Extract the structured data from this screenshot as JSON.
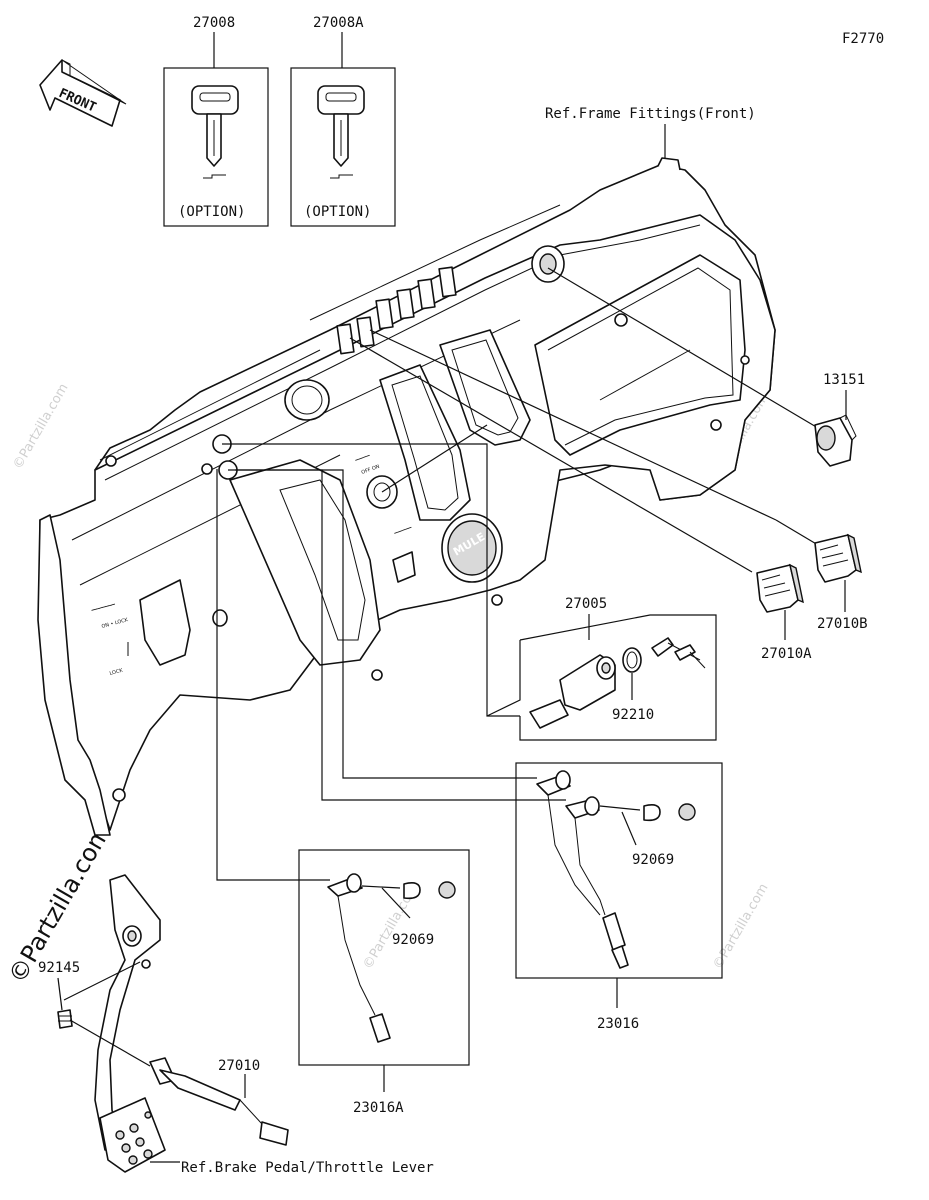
{
  "figure_code": "F2770",
  "front_arrow_label": "FRONT",
  "watermark": "©Partzilla.com",
  "callouts": {
    "key_a": "27008",
    "key_b": "27008A",
    "option_a": "(OPTION)",
    "option_b": "(OPTION)",
    "ref_frame": "Ref.Frame Fittings(Front)",
    "p13151": "13151",
    "p27005": "27005",
    "p92210": "92210",
    "p27010A": "27010A",
    "p27010B": "27010B",
    "p92069_right": "92069",
    "p92069_left": "92069",
    "p23016": "23016",
    "p23016A": "23016A",
    "p92145": "92145",
    "p27010": "27010",
    "ref_brake": "Ref.Brake Pedal/Throttle Lever"
  },
  "panel_text": {
    "brand_plate": "MULE"
  }
}
